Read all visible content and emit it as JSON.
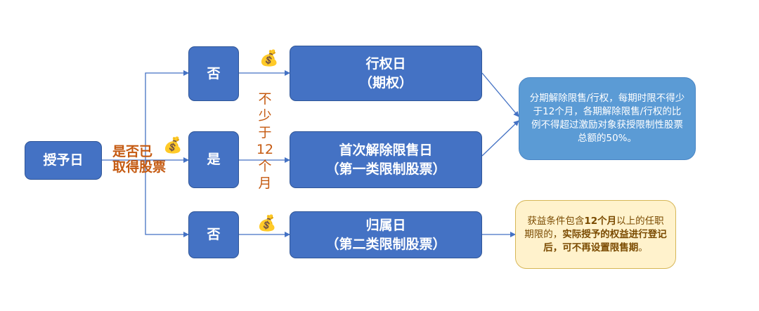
{
  "nodes": {
    "grant_date": "授予日",
    "no_top": "否",
    "yes": "是",
    "no_bottom": "否",
    "exercise_date": {
      "line1": "行权日",
      "line2": "（期权）"
    },
    "first_unlock_date": {
      "line1": "首次解除限售日",
      "line2": "（第一类限制股票）"
    },
    "vesting_date": {
      "line1": "归属日",
      "line2": "（第二类限制股票）"
    }
  },
  "labels": {
    "obtained_shares_line1": "是否已",
    "obtained_shares_line2": "取得股票",
    "min_period_chars": [
      "不",
      "少",
      "于",
      "12",
      "个",
      "月"
    ]
  },
  "notes": {
    "blue_note": "分期解除限售/行权，每期时限不得少于12个月，各期解除限售/行权的比例不得超过激励对象获授限制性股票总额的50%。",
    "yellow_note": {
      "part1": "获益条件包含",
      "part2_bold": "12个月",
      "part3": "以上的任职期限的，",
      "part4_bold": "实际授予的权益进行登记后，可不再设置限售期",
      "part5": "。"
    }
  },
  "icons": [
    "money-bag-icon",
    "money-bag-icon",
    "money-bag-icon",
    "money-bag-icon"
  ],
  "colors": {
    "box_fill": "#4472c4",
    "box_border": "#2f5597",
    "connector": "#4472c4",
    "label_orange": "#c55a11",
    "blue_note_fill": "#5b9bd5",
    "yellow_note_fill": "#fff2cc",
    "yellow_note_border": "#d6b656"
  }
}
